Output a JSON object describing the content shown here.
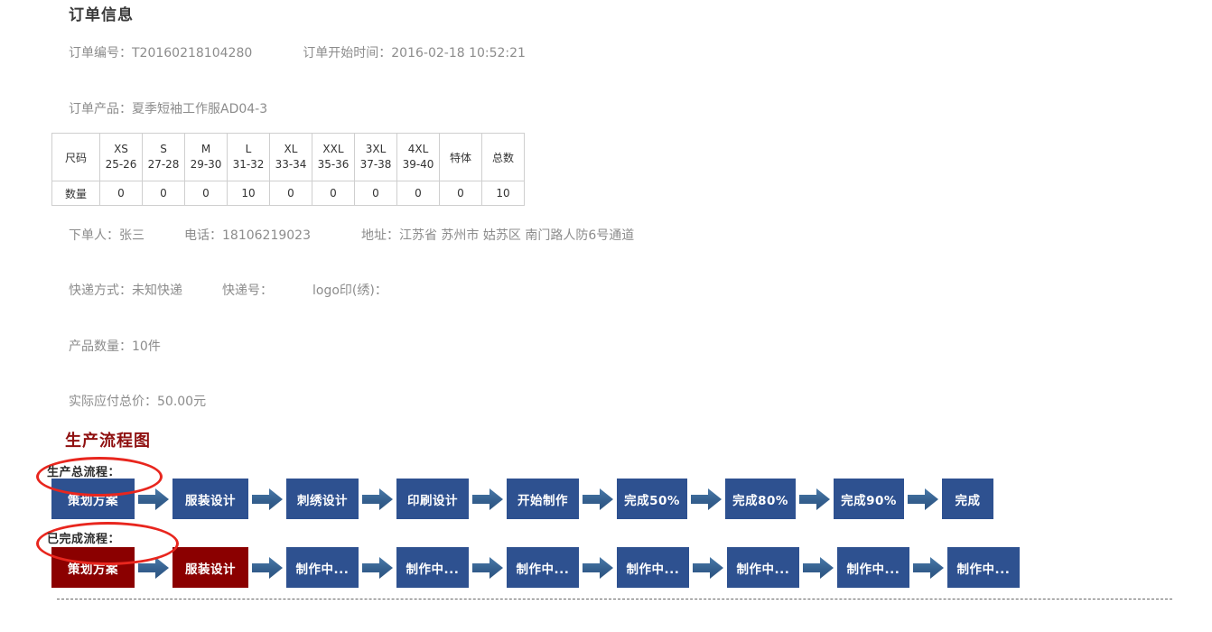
{
  "order_info": {
    "title": "订单信息",
    "order_no_label": "订单编号：",
    "order_no_value": "T20160218104280",
    "start_time_label": "订单开始时间：",
    "start_time_value": "2016-02-18 10:52:21",
    "product_label": "订单产品：",
    "product_value": "夏季短袖工作服AD04-3",
    "customer_label": "下单人：",
    "customer_value": "张三",
    "phone_label": "电话：",
    "phone_value": "18106219023",
    "address_label": "地址：",
    "address_value": "江苏省 苏州市 姑苏区 南门路人防6号通道",
    "express_label": "快递方式：",
    "express_value": "未知快递",
    "express_no_label": "快递号：",
    "express_no_value": "",
    "logo_print_label": "logo印(绣)：",
    "logo_print_value": "",
    "quantity_label": "产品数量：",
    "quantity_value": "10件",
    "total_label": "实际应付总价：",
    "total_value": "50.00元"
  },
  "size_table": {
    "row_header_size": "尺码",
    "row_header_qty": "数量",
    "columns": [
      {
        "name": "XS",
        "range": "25-26"
      },
      {
        "name": "S",
        "range": "27-28"
      },
      {
        "name": "M",
        "range": "29-30"
      },
      {
        "name": "L",
        "range": "31-32"
      },
      {
        "name": "XL",
        "range": "33-34"
      },
      {
        "name": "XXL",
        "range": "35-36"
      },
      {
        "name": "3XL",
        "range": "37-38"
      },
      {
        "name": "4XL",
        "range": "39-40"
      }
    ],
    "special_col": "特体",
    "total_col": "总数",
    "quantities": [
      "0",
      "0",
      "0",
      "10",
      "0",
      "0",
      "0",
      "0"
    ],
    "special_qty": "0",
    "total_qty": "10"
  },
  "flow": {
    "title": "生产流程图",
    "total_flow_label": "生产总流程：",
    "done_flow_label": "已完成流程：",
    "colors": {
      "blue": "#2e5190",
      "maroon": "#8b0000",
      "arrow": "#3b6490",
      "annotation_red": "#e8261e",
      "heading_red": "#8f1010"
    },
    "total_steps": [
      {
        "label": "策划方案",
        "state": "pending",
        "width": 92
      },
      {
        "label": "服装设计",
        "state": "pending",
        "width": 84
      },
      {
        "label": "刺绣设计",
        "state": "pending",
        "width": 80
      },
      {
        "label": "印刷设计",
        "state": "pending",
        "width": 80
      },
      {
        "label": "开始制作",
        "state": "pending",
        "width": 80
      },
      {
        "label": "完成50%",
        "state": "pending",
        "width": 78
      },
      {
        "label": "完成80%",
        "state": "pending",
        "width": 78
      },
      {
        "label": "完成90%",
        "state": "pending",
        "width": 78
      },
      {
        "label": "完成",
        "state": "pending",
        "width": 57
      }
    ],
    "done_steps": [
      {
        "label": "策划方案",
        "state": "done",
        "width": 92
      },
      {
        "label": "服装设计",
        "state": "done",
        "width": 84
      },
      {
        "label": "制作中...",
        "state": "pending",
        "width": 80
      },
      {
        "label": "制作中...",
        "state": "pending",
        "width": 80
      },
      {
        "label": "制作中...",
        "state": "pending",
        "width": 80
      },
      {
        "label": "制作中...",
        "state": "pending",
        "width": 80
      },
      {
        "label": "制作中...",
        "state": "pending",
        "width": 80
      },
      {
        "label": "制作中...",
        "state": "pending",
        "width": 80
      },
      {
        "label": "制作中...",
        "state": "pending",
        "width": 80
      }
    ]
  }
}
